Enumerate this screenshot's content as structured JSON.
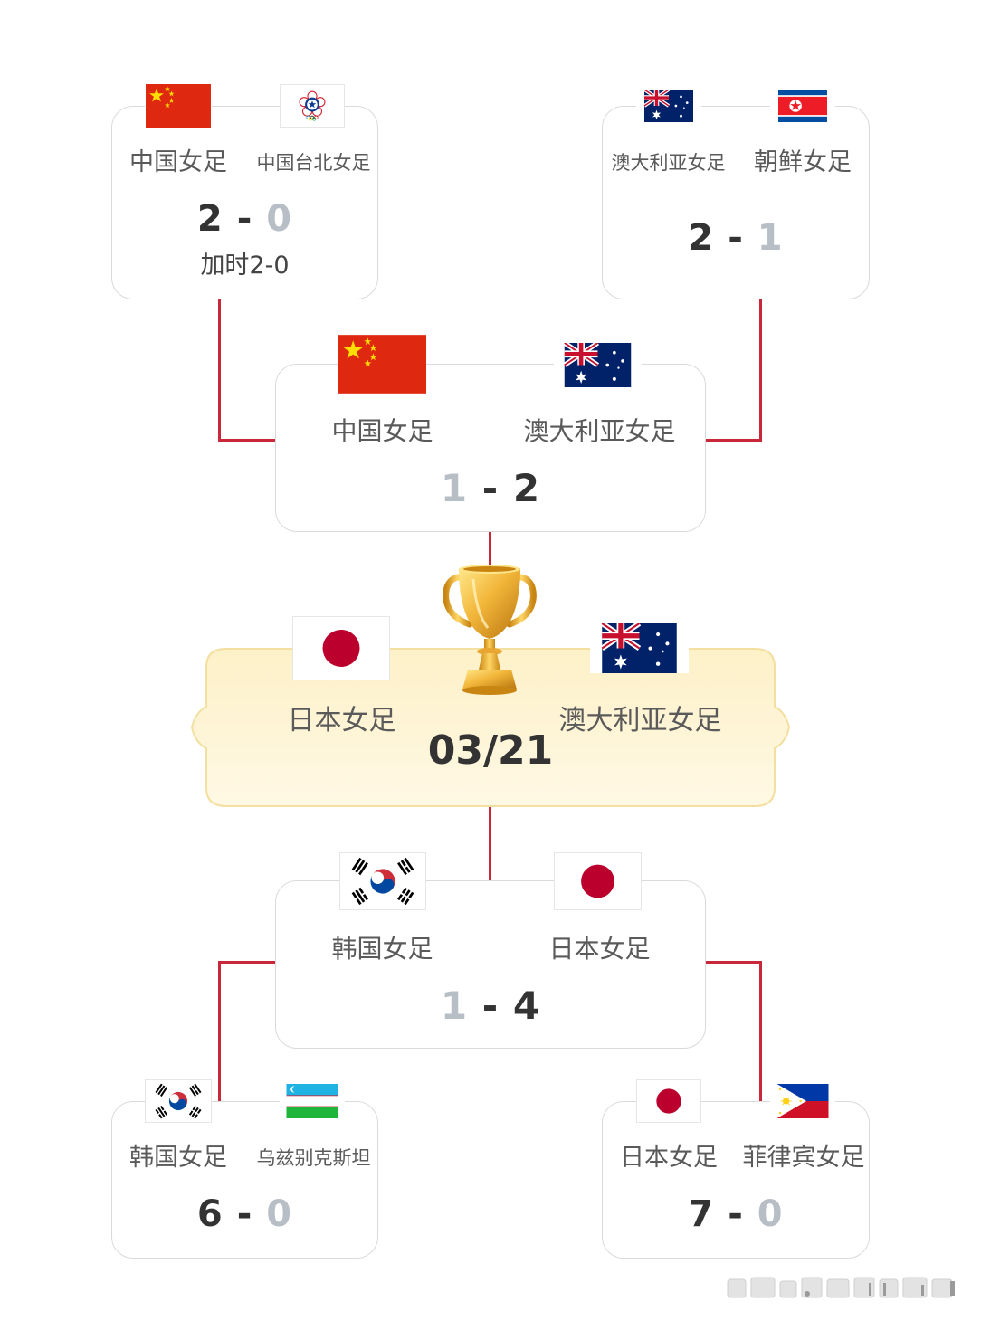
{
  "bracket": {
    "semifinal_top": {
      "qf_left": {
        "team_a": "中国女足",
        "team_b": "中国台北女足",
        "score_a": "2",
        "score_b": "0",
        "note": "加时2-0"
      },
      "qf_right": {
        "team_a": "澳大利亚女足",
        "team_b": "朝鲜女足",
        "score_a": "2",
        "score_b": "1"
      },
      "match": {
        "team_a": "中国女足",
        "team_b": "澳大利亚女足",
        "score_a": "1",
        "score_b": "2"
      }
    },
    "final": {
      "team_a": "日本女足",
      "team_b": "澳大利亚女足",
      "date": "03/21"
    },
    "semifinal_bottom": {
      "match": {
        "team_a": "韩国女足",
        "team_b": "日本女足",
        "score_a": "1",
        "score_b": "4"
      },
      "qf_left": {
        "team_a": "韩国女足",
        "team_b": "乌兹别克斯坦",
        "score_a": "6",
        "score_b": "0"
      },
      "qf_right": {
        "team_a": "日本女足",
        "team_b": "菲律宾女足",
        "score_a": "7",
        "score_b": "0"
      }
    },
    "separator": "-"
  },
  "flags": {
    "china": "china-flag-icon",
    "chinese_taipei": "chinese-taipei-olympic-flag-icon",
    "australia": "australia-flag-icon",
    "north_korea": "north-korea-flag-icon",
    "japan": "japan-flag-icon",
    "south_korea": "south-korea-flag-icon",
    "uzbekistan": "uzbekistan-flag-icon",
    "philippines": "philippines-flag-icon"
  },
  "colors": {
    "connector": "#c8283a",
    "winner_score": "#333333",
    "loser_score": "#b8bec6",
    "final_banner": "#fdf1c8"
  }
}
